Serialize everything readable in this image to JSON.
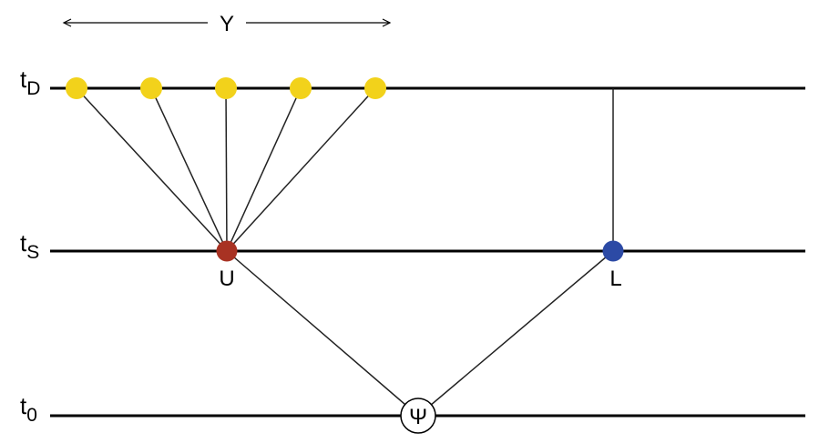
{
  "timelines": [
    {
      "id": "tD",
      "label_main": "t",
      "label_sub": "D"
    },
    {
      "id": "tS",
      "label_main": "t",
      "label_sub": "S"
    },
    {
      "id": "t0",
      "label_main": "t",
      "label_sub": "0"
    }
  ],
  "range_label": "Y",
  "nodes": {
    "U": {
      "label": "U",
      "color": "#a83223"
    },
    "L": {
      "label": "L",
      "color": "#2c4aa5"
    },
    "psi": {
      "label": "Ψ",
      "fill": "#ffffff",
      "stroke": "#000000"
    }
  },
  "outcome_nodes": {
    "count": 5,
    "color": "#f2d21b"
  },
  "colors": {
    "lines": "#000000",
    "edges": "#222222"
  }
}
